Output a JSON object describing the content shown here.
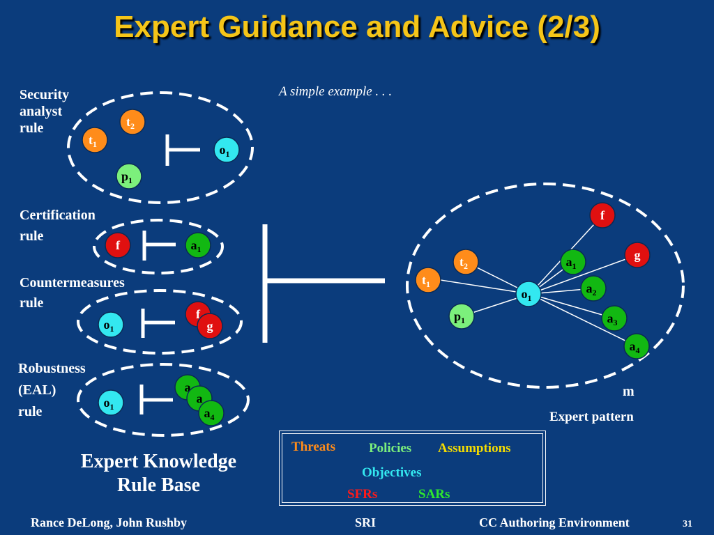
{
  "slide": {
    "title": "Expert Guidance and Advice (2/3)",
    "subtitle": "A simple example . . .",
    "rule_labels": {
      "security": [
        "Security",
        "analyst",
        "rule"
      ],
      "certification": [
        "Certification",
        "rule"
      ],
      "countermeasures": [
        "Countermeasures",
        "rule"
      ],
      "robustness": [
        "Robustness",
        "(EAL)",
        "rule"
      ]
    },
    "kb_title": [
      "Expert Knowledge",
      "Rule Base"
    ],
    "pattern": {
      "m_label": "m",
      "caption": "Expert pattern"
    },
    "legend": {
      "threats": "Threats",
      "policies": "Policies",
      "assumptions": "Assumptions",
      "objectives": "Objectives",
      "sfrs": "SFRs",
      "sars": "SARs"
    },
    "footer": {
      "authors": "Rance DeLong, John Rushby",
      "org": "SRI",
      "project": "CC Authoring Environment",
      "page": "31"
    }
  },
  "colors": {
    "background": "#0b3c7c",
    "title": "#f5c518",
    "threat": "#ff8c1a",
    "policy": "#7cf07c",
    "objective": "#33e8f0",
    "sfr": "#e01010",
    "sar": "#12b812",
    "dashed": "#ffffff"
  },
  "nodes": {
    "security": [
      {
        "id": "t1-sec",
        "base": "t",
        "sub": "1",
        "kind": "threat"
      },
      {
        "id": "t2-sec",
        "base": "t",
        "sub": "2",
        "kind": "threat"
      },
      {
        "id": "p1-sec",
        "base": "p",
        "sub": "1",
        "kind": "policy"
      },
      {
        "id": "o1-sec",
        "base": "o",
        "sub": "1",
        "kind": "objective"
      }
    ],
    "certification": [
      {
        "id": "f-cert",
        "base": "f",
        "sub": "",
        "kind": "sfr"
      },
      {
        "id": "a1-cert",
        "base": "a",
        "sub": "1",
        "kind": "sar"
      }
    ],
    "countermeasures": [
      {
        "id": "o1-cm",
        "base": "o",
        "sub": "1",
        "kind": "objective"
      },
      {
        "id": "f-cm",
        "base": "f",
        "sub": "",
        "kind": "sfr"
      },
      {
        "id": "g-cm",
        "base": "g",
        "sub": "",
        "kind": "sfr"
      }
    ],
    "robustness": [
      {
        "id": "o1-rob",
        "base": "o",
        "sub": "1",
        "kind": "objective"
      },
      {
        "id": "a2-rob",
        "base": "a",
        "sub": "",
        "kind": "sar"
      },
      {
        "id": "a3-rob",
        "base": "a",
        "sub": "",
        "kind": "sar"
      },
      {
        "id": "a4-rob",
        "base": "a",
        "sub": "4",
        "kind": "sar"
      }
    ],
    "pattern": [
      {
        "id": "f-pat",
        "base": "f",
        "sub": "",
        "kind": "sfr"
      },
      {
        "id": "g-pat",
        "base": "g",
        "sub": "",
        "kind": "sfr"
      },
      {
        "id": "t2-pat",
        "base": "t",
        "sub": "2",
        "kind": "threat"
      },
      {
        "id": "t1-pat",
        "base": "t",
        "sub": "1",
        "kind": "threat"
      },
      {
        "id": "p1-pat",
        "base": "p",
        "sub": "1",
        "kind": "policy"
      },
      {
        "id": "o1-pat",
        "base": "o",
        "sub": "1",
        "kind": "objective"
      },
      {
        "id": "a1-pat",
        "base": "a",
        "sub": "1",
        "kind": "sar"
      },
      {
        "id": "a2-pat",
        "base": "a",
        "sub": "2",
        "kind": "sar"
      },
      {
        "id": "a3-pat",
        "base": "a",
        "sub": "3",
        "kind": "sar"
      },
      {
        "id": "a4-pat",
        "base": "a",
        "sub": "4",
        "kind": "sar"
      }
    ]
  }
}
